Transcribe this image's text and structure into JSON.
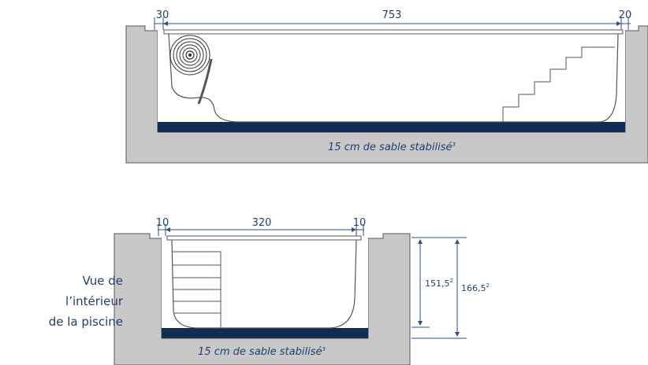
{
  "top_view": {
    "dim_left": "30",
    "dim_main": "753",
    "dim_right": "20",
    "sand_label": "15 cm de sable stabilisé",
    "sand_sup": "3"
  },
  "section_view": {
    "dim_left": "10",
    "dim_main": "320",
    "dim_right": "10",
    "depth_inner": "151,5",
    "depth_inner_sup": "2",
    "depth_outer": "166,5",
    "depth_outer_sup": "2",
    "sand_label": "15 cm de sable stabilisé",
    "sand_sup": "3"
  },
  "side_label": {
    "line1": "Vue de",
    "line2": "l’intérieur",
    "line3": "de la piscine"
  },
  "colors": {
    "ground": "#c8c8c8",
    "outline": "#555555",
    "navy": "#0f2d57",
    "dim_line": "#2b4f86",
    "pool": "#ffffff"
  }
}
